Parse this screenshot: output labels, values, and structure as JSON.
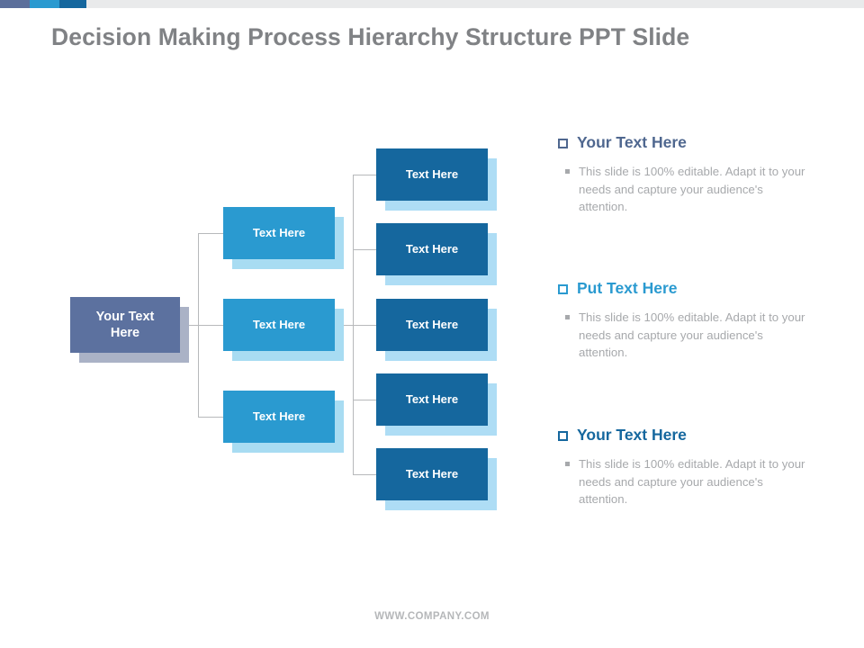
{
  "topbar": {
    "segments": [
      {
        "name": "segment-slate",
        "color": "#5c6f9b"
      },
      {
        "name": "segment-blue",
        "color": "#2a9ad0"
      },
      {
        "name": "segment-dark",
        "color": "#15679e"
      },
      {
        "name": "segment-gray",
        "color": "#e9eaeb"
      }
    ]
  },
  "title": "Decision Making Process Hierarchy Structure PPT Slide",
  "diagram": {
    "root": {
      "label": "Your Text\nHere",
      "line1": "Your Text",
      "line2": "Here",
      "color": "#5c719f",
      "shadow": "#aab2c6"
    },
    "middle_color": "#2a9ad0",
    "middle_shadow": "#a8dcf2",
    "right_color": "#15679e",
    "right_shadow": "#aeddf5",
    "connector_color": "#b7b9bb",
    "middle_nodes": [
      {
        "label": "Text Here"
      },
      {
        "label": "Text Here"
      },
      {
        "label": "Text Here"
      }
    ],
    "right_nodes": [
      {
        "label": "Text Here"
      },
      {
        "label": "Text Here"
      },
      {
        "label": "Text Here"
      },
      {
        "label": "Text Here"
      },
      {
        "label": "Text Here"
      }
    ]
  },
  "panel": {
    "blocks": [
      {
        "heading": "Your Text Here",
        "heading_color": "#4f678f",
        "body": "This slide is 100% editable. Adapt it to your needs and capture your audience's attention."
      },
      {
        "heading": "Put Text Here",
        "heading_color": "#2a9ad0",
        "body": "This slide is 100% editable. Adapt it to your needs and capture your audience's attention."
      },
      {
        "heading": "Your Text Here",
        "heading_color": "#15679e",
        "body": "This slide is 100% editable. Adapt it to your needs and capture your audience's attention."
      }
    ]
  },
  "footer": "WWW.COMPANY.COM"
}
